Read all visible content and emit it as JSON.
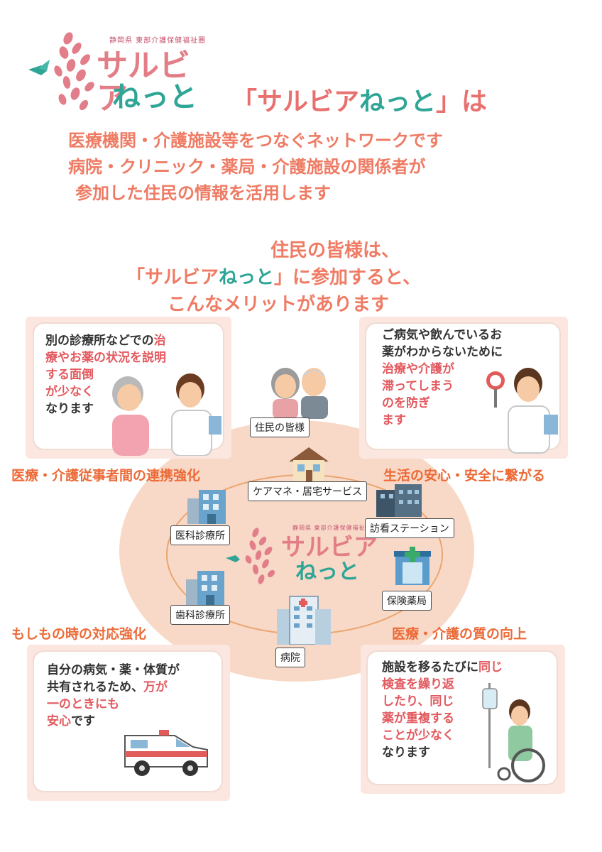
{
  "header": {
    "logo_small": "静岡県 東部介護保健福祉圏",
    "logo_line1": "サルビア",
    "logo_line2": "ねっと",
    "headline_open": "「サルビア",
    "headline_teal": "ねっと",
    "headline_close": "」は"
  },
  "intro": [
    "医療機関・介護施設等をつなぐネットワークです",
    "病院・クリニック・薬局・介護施設の関係者が",
    "参加した住民の情報を活用します"
  ],
  "benefits_title": {
    "line1": "住民の皆様は、",
    "line2_open": "「サルビア",
    "line2_teal": "ねっと",
    "line2_close": "」に参加すると、",
    "line3": "こんなメリットがあります"
  },
  "cards": {
    "top_left": {
      "l1_a": "別の診療所などでの",
      "l1_b": "治",
      "l2_a": "療やお薬の状況を説明",
      "l3": "する面倒",
      "l4": "が少なく",
      "l5": "なります"
    },
    "top_right": {
      "l1": "ご病気や飲んでいるお",
      "l2": "薬がわからないために",
      "l3": "治療や介護が",
      "l4": "滞ってしまう",
      "l5": "のを防ぎ",
      "l6": "ます"
    },
    "bottom_left": {
      "l1": "自分の病気・薬・体質が",
      "l2_a": "共有されるため、",
      "l2_b": "万が",
      "l3": "一のときにも",
      "l4_a": "安心",
      "l4_b": "です"
    },
    "bottom_right": {
      "l1_a": "施設を移るたびに",
      "l1_b": "同じ",
      "l2": "検査を繰り返",
      "l3": "したり、同じ",
      "l4": "薬が重複する",
      "l5": "ことが少なく",
      "l6": "なります"
    }
  },
  "categories": {
    "collab": "医療・介護従事者間の連携強化",
    "safety": "生活の安心・安全に繋がる",
    "emergency": "もしもの時の対応強化",
    "quality": "医療・介護の質の向上"
  },
  "network": {
    "residents": "住民の皆様",
    "care_manager": "ケアマネ・居宅サービス",
    "clinic": "医科診療所",
    "visiting_nurse": "訪看ステーション",
    "dental": "歯科診療所",
    "pharmacy": "保険薬局",
    "hospital": "病院",
    "center_small": "静岡県 東部介護保健福祉圏",
    "center_line1": "サルビア",
    "center_line2": "ねっと"
  }
}
